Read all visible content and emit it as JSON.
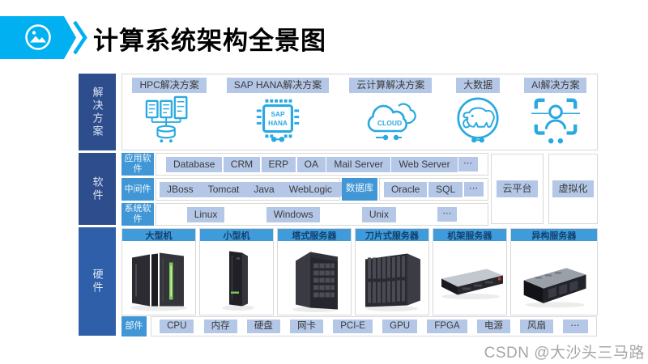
{
  "header": {
    "title": "计算系统架构全景图"
  },
  "solutions": {
    "sidebar_label": "解决方案",
    "items": [
      {
        "label": "HPC解决方案",
        "icon": "hpc-cluster-icon"
      },
      {
        "label": "SAP HANA解决方案",
        "icon": "sap-hana-chip-icon",
        "chip_line1": "SAP",
        "chip_line2": "HANA"
      },
      {
        "label": "云计算解决方案",
        "icon": "cloud-icon",
        "cloud_text": "CLOUD"
      },
      {
        "label": "大数据",
        "icon": "hadoop-elephant-icon"
      },
      {
        "label": "AI解决方案",
        "icon": "ai-face-scan-icon"
      }
    ]
  },
  "software": {
    "sidebar_label": "软件",
    "app_row": {
      "label": "应用软件",
      "tags": [
        "Database",
        "CRM",
        "ERP",
        "OA",
        "Mail Server",
        "Web Server",
        "⋯"
      ]
    },
    "middleware_row": {
      "label": "中间件",
      "tags": [
        "JBoss",
        "Tomcat",
        "Java",
        "WebLogic",
        "⋯"
      ],
      "db_label": "数据库",
      "db_tags": [
        "Oracle",
        "SQL",
        "⋯"
      ]
    },
    "system_row": {
      "label": "系统软件",
      "tags": [
        "Linux",
        "Windows",
        "Unix",
        "⋯"
      ]
    },
    "cloud_platform": "云平台",
    "virtualization": "虚拟化"
  },
  "hardware": {
    "sidebar_label": "硬件",
    "servers": [
      "大型机",
      "小型机",
      "塔式服务器",
      "刀片式服务器",
      "机架服务器",
      "异构服务器"
    ],
    "components": {
      "label": "部件",
      "tags": [
        "CPU",
        "内存",
        "硬盘",
        "网卡",
        "PCI-E",
        "GPU",
        "FPGA",
        "电源",
        "风扇",
        "⋯"
      ]
    }
  },
  "watermark": "CSDN @大沙头三马路",
  "colors": {
    "badge_cyan": "#00b0f0",
    "sidebar_navy": "#2d4d8c",
    "sidebar_hardware_blue": "#2e5fa8",
    "label_blue": "#4197d5",
    "card_header_blue": "#3f9bd9",
    "tag_periwinkle": "#b4c7e7",
    "icon_cyan": "#29a9e1"
  }
}
